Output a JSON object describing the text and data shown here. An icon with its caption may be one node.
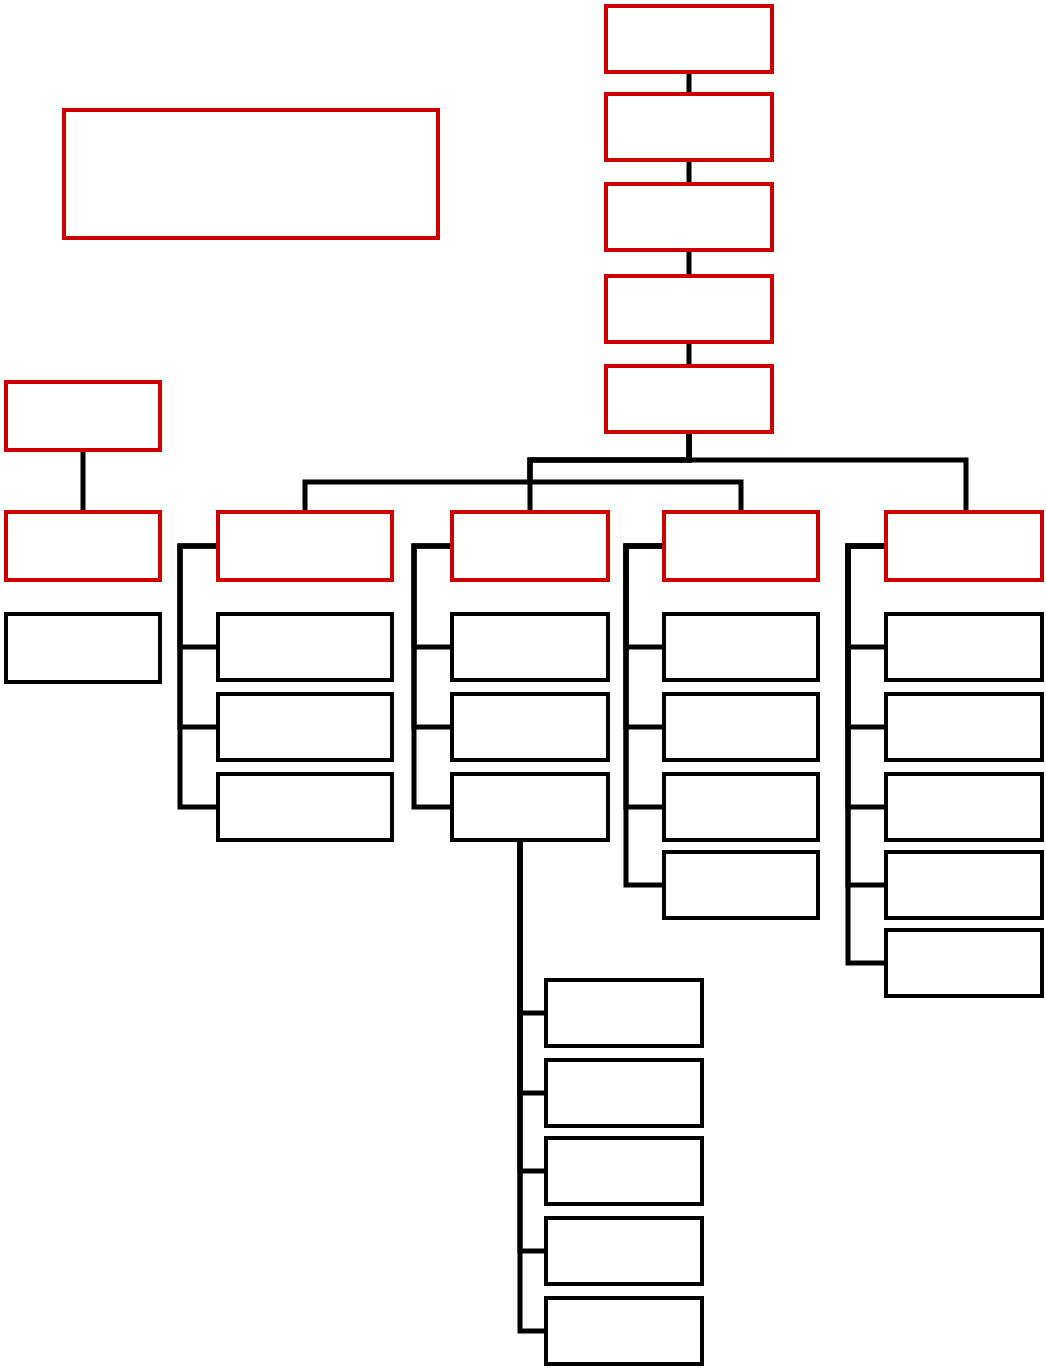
{
  "diagram": {
    "nodes": [
      {
        "text": [],
        "shape": "box"
      },
      {
        "text": [],
        "shape": "box"
      },
      {
        "text": [],
        "shape": "box"
      },
      {
        "text": [],
        "shape": "box"
      },
      {
        "text": [],
        "shape": "box"
      },
      {
        "text": [],
        "shape": "box"
      },
      {
        "text": [],
        "shape": "box"
      },
      {
        "text": [],
        "shape": "box"
      },
      {
        "text": [],
        "shape": "box"
      },
      {
        "text": [],
        "shape": "box"
      },
      {
        "text": [],
        "shape": "box"
      },
      {
        "text": [],
        "shape": "box"
      },
      {
        "text": [],
        "shape": "box"
      },
      {
        "text": [],
        "shape": "box"
      },
      {
        "text": [],
        "shape": "box"
      },
      {
        "text": [],
        "shape": "box"
      },
      {
        "text": [],
        "shape": "box"
      },
      {
        "text": [],
        "shape": "box"
      },
      {
        "text": [],
        "shape": "box"
      },
      {
        "text": [],
        "shape": "box"
      },
      {
        "text": [],
        "shape": "box"
      },
      {
        "text": [],
        "shape": "box"
      },
      {
        "text": [],
        "shape": "box"
      },
      {
        "text": [],
        "shape": "box"
      },
      {
        "text": [],
        "shape": "box"
      },
      {
        "text": [],
        "shape": "box"
      },
      {
        "text": [],
        "shape": "box"
      },
      {
        "text": [],
        "shape": "box"
      },
      {
        "text": [],
        "shape": "box"
      },
      {
        "text": [],
        "shape": "box"
      },
      {
        "text": [],
        "shape": "box"
      },
      {
        "text": [],
        "shape": "box"
      },
      {
        "text": [],
        "shape": "box"
      }
    ],
    "edges": [
      {
        "from": 0,
        "to": 1,
        "arrow": "none"
      },
      {
        "from": 1,
        "to": 2,
        "arrow": "none"
      },
      {
        "from": 2,
        "to": 3,
        "arrow": "none"
      },
      {
        "from": 3,
        "to": 4,
        "arrow": "none"
      },
      {
        "from": 4,
        "to": 9,
        "arrow": "none"
      },
      {
        "from": 4,
        "to": 10,
        "arrow": "none"
      },
      {
        "from": 4,
        "to": 11,
        "arrow": "none"
      },
      {
        "from": 4,
        "to": 12,
        "arrow": "none"
      },
      {
        "from": 6,
        "to": 7,
        "arrow": "none"
      },
      {
        "from": 9,
        "to": 13,
        "arrow": "none"
      },
      {
        "from": 9,
        "to": 14,
        "arrow": "none"
      },
      {
        "from": 9,
        "to": 15,
        "arrow": "none"
      },
      {
        "from": 10,
        "to": 16,
        "arrow": "none"
      },
      {
        "from": 10,
        "to": 17,
        "arrow": "none"
      },
      {
        "from": 10,
        "to": 18,
        "arrow": "none"
      },
      {
        "from": 11,
        "to": 19,
        "arrow": "none"
      },
      {
        "from": 11,
        "to": 20,
        "arrow": "none"
      },
      {
        "from": 11,
        "to": 21,
        "arrow": "none"
      },
      {
        "from": 11,
        "to": 22,
        "arrow": "none"
      },
      {
        "from": 12,
        "to": 23,
        "arrow": "none"
      },
      {
        "from": 12,
        "to": 24,
        "arrow": "none"
      },
      {
        "from": 12,
        "to": 25,
        "arrow": "none"
      },
      {
        "from": 12,
        "to": 26,
        "arrow": "none"
      },
      {
        "from": 12,
        "to": 27,
        "arrow": "none"
      },
      {
        "from": 18,
        "to": 28,
        "arrow": "none"
      },
      {
        "from": 18,
        "to": 29,
        "arrow": "none"
      },
      {
        "from": 18,
        "to": 30,
        "arrow": "none"
      },
      {
        "from": 18,
        "to": 31,
        "arrow": "none"
      },
      {
        "from": 18,
        "to": 32,
        "arrow": "none"
      }
    ]
  }
}
